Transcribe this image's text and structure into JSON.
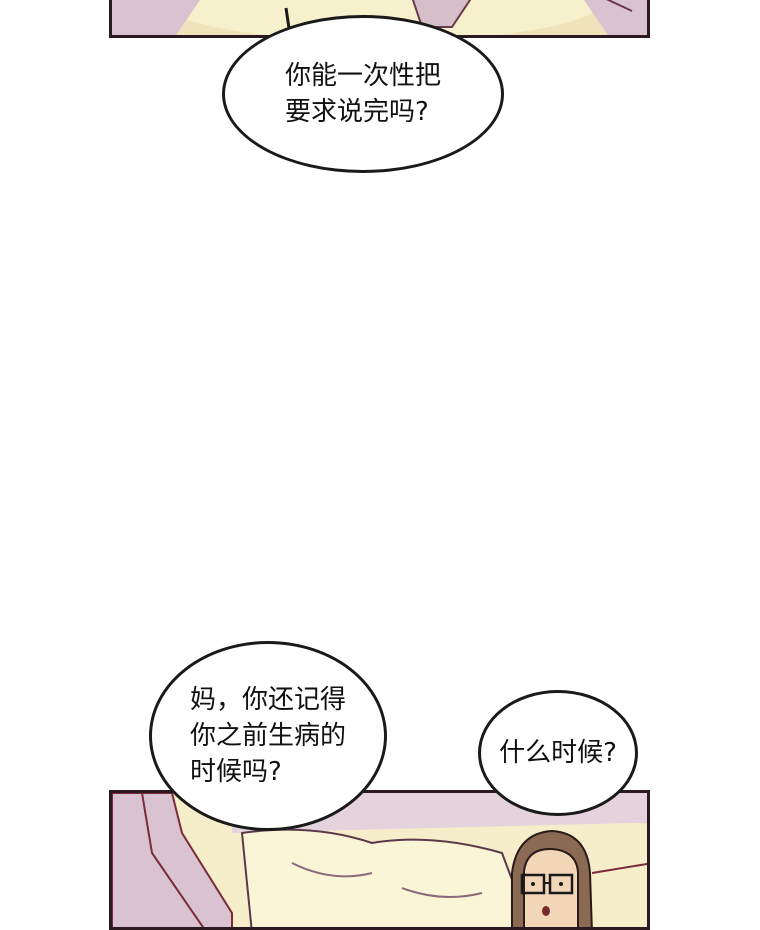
{
  "bubbles": {
    "top": "你能一次性把\n要求说完吗?",
    "left": "妈，你还记得\n你之前生病的\n时候吗?",
    "right": "什么时候?"
  },
  "colors": {
    "outline": "#1a1a1a",
    "panel_border": "#2a1a20",
    "bed_sheet": "#f6eecb",
    "bed_frame": "#d9c3d1",
    "hair": "#8a6a52",
    "skin": "#f2d6b8"
  }
}
